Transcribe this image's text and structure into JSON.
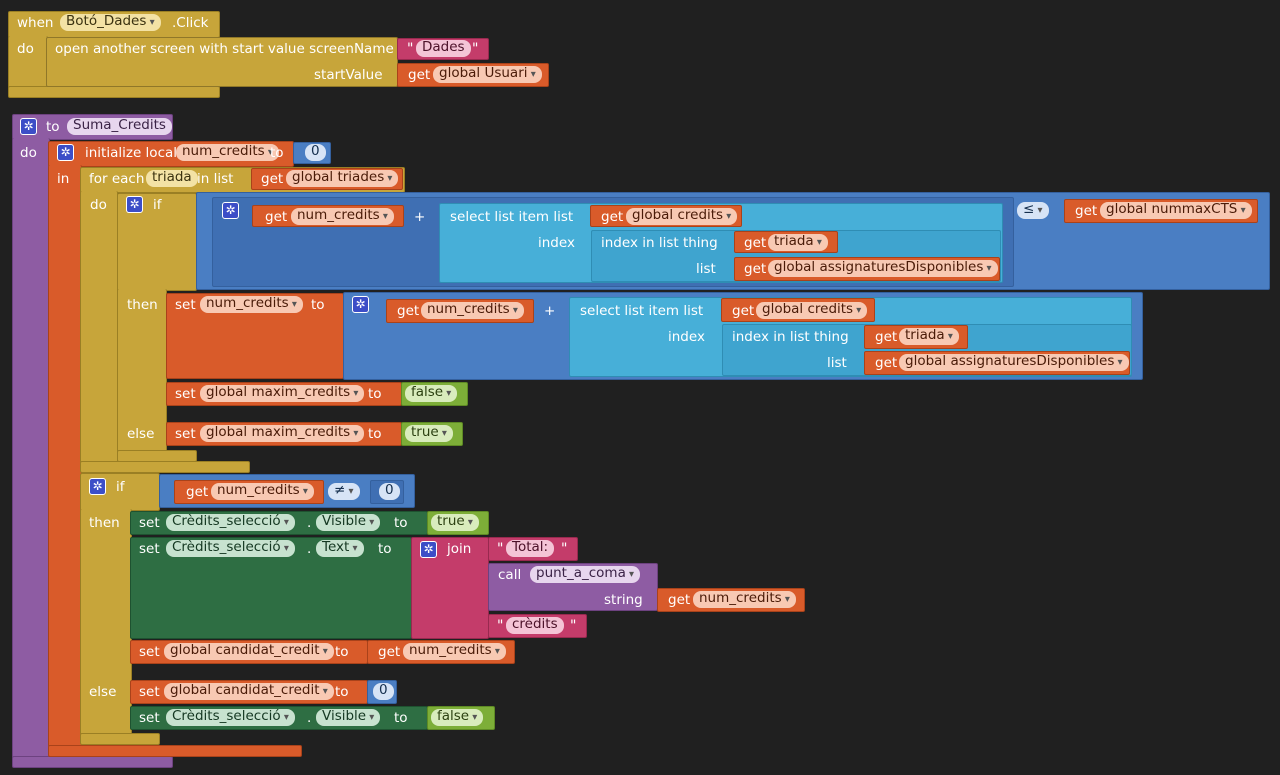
{
  "event": {
    "when": "when",
    "component": "Botó_Dades",
    "event_name": ".Click",
    "do": "do",
    "open_label": "open another screen with start value  screenName",
    "screen_name": "Dades",
    "start_value_label": "startValue",
    "get": "get",
    "start_var": "global Usuari"
  },
  "proc": {
    "to": "to",
    "name": "Suma_Credits",
    "do": "do",
    "in": "in",
    "init_label": "initialize local",
    "local_var": "num_credits",
    "init_to": "to",
    "init_value": "0"
  },
  "foreach": {
    "for_each": "for each",
    "item": "triada",
    "in_list": "in list",
    "get": "get",
    "list_var": "global triades",
    "do": "do"
  },
  "if1": {
    "if": "if",
    "then": "then",
    "else": "else",
    "get": "get",
    "var_a": "num_credits",
    "plus": "+",
    "select_label": "select list item  list",
    "list_var": "global credits",
    "index": "index",
    "index_in_list": "index in list  thing",
    "thing_var": "triada",
    "list_label": "list",
    "list2_var": "global assignaturesDisponibles",
    "cmp": "≤",
    "max_var": "global nummaxCTS"
  },
  "then1": {
    "set": "set",
    "var": "num_credits",
    "to": "to",
    "get": "get",
    "var_a": "num_credits",
    "plus": "+",
    "select_label": "select list item  list",
    "list_var": "global credits",
    "index": "index",
    "index_in_list": "index in list  thing",
    "thing_var": "triada",
    "list_label": "list",
    "list2_var": "global assignaturesDisponibles",
    "set2_var": "global maxim_credits",
    "set2_val": "false"
  },
  "else1": {
    "set": "set",
    "var": "global maxim_credits",
    "to": "to",
    "val": "true"
  },
  "if2": {
    "if": "if",
    "get": "get",
    "var": "num_credits",
    "neq": "≠",
    "zero": "0",
    "then": "then",
    "else": "else",
    "set": "set",
    "comp": "Crèdits_selecció",
    "visible": "Visible",
    "text_prop": "Text",
    "to": "to",
    "true_val": "true",
    "join": "join",
    "total": "Total: ",
    "call": "call",
    "proc_call": "punt_a_coma",
    "string": "string",
    "credits_str": " crèdits",
    "cand_var": "global candidat_credit",
    "num_var": "num_credits",
    "zero2": "0",
    "false_val": "false"
  }
}
